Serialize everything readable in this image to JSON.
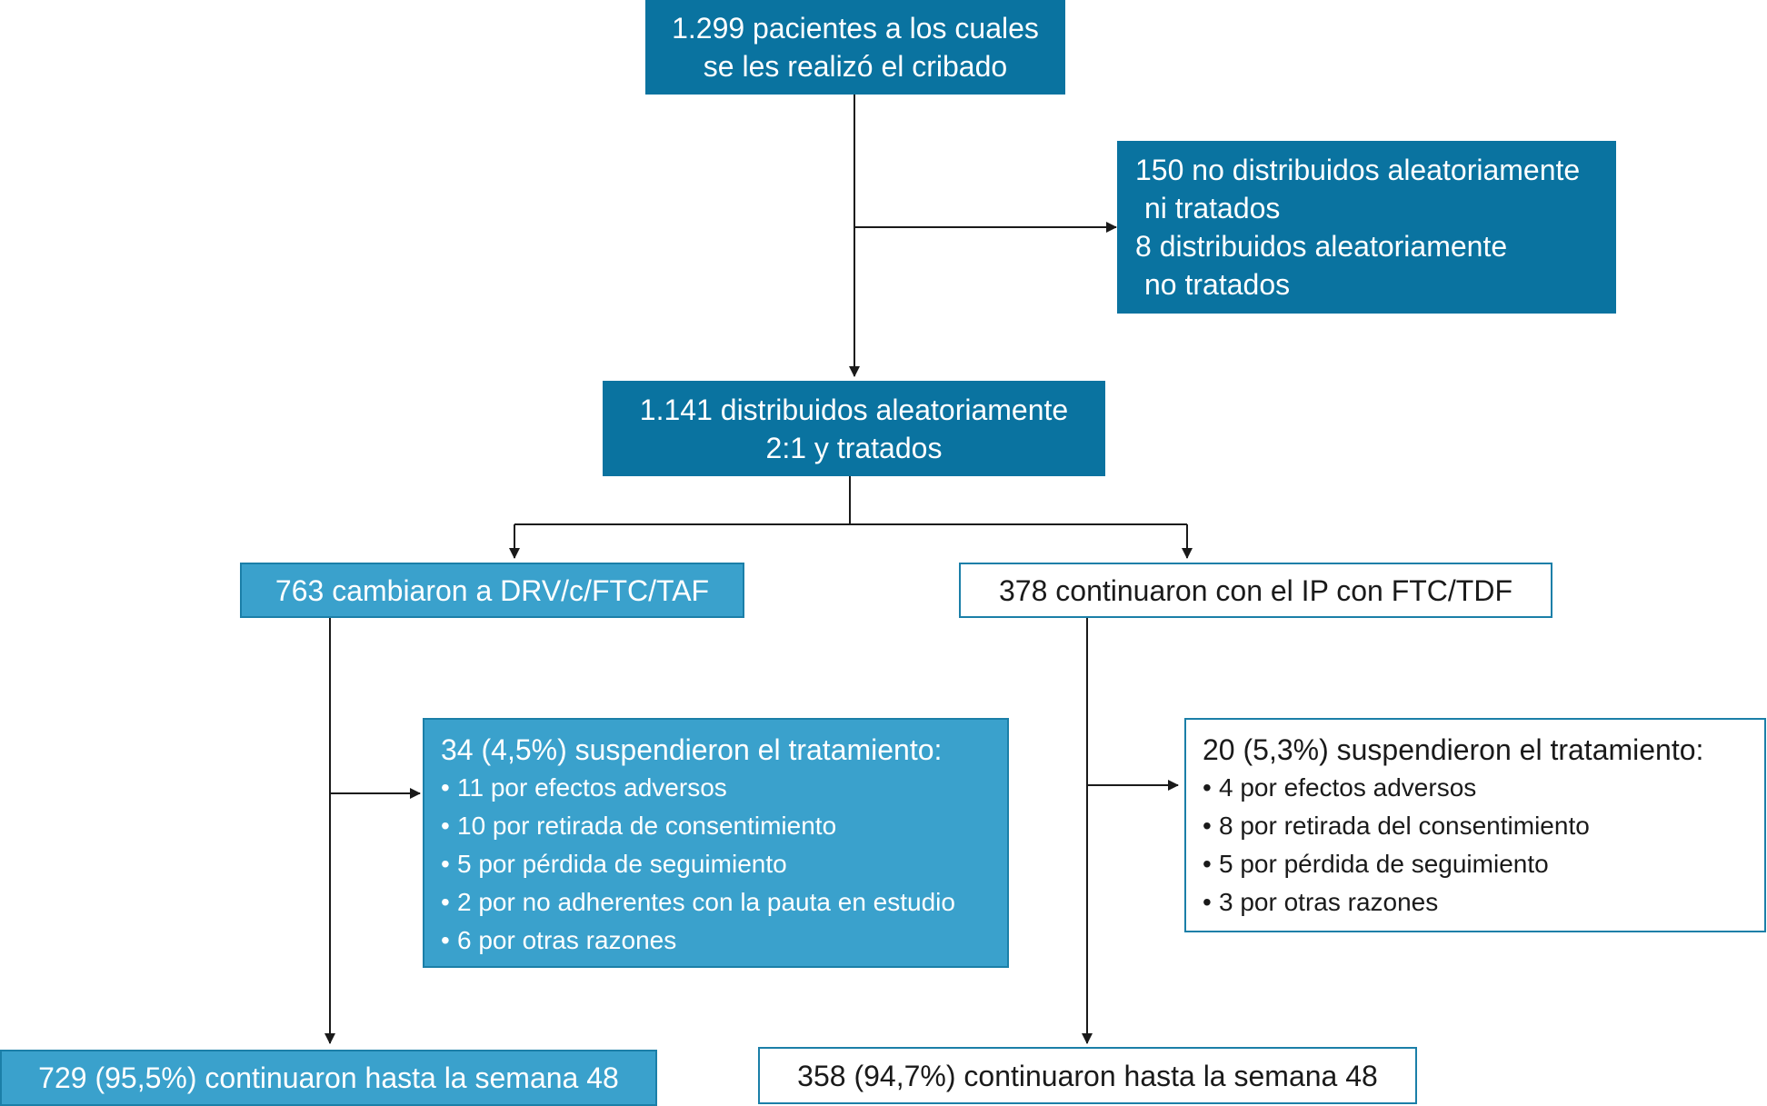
{
  "nodes": {
    "screened": {
      "line1": "1.299 pacientes a los cuales",
      "line2": "se les realizó el cribado"
    },
    "excluded": {
      "line1": "150 no distribuidos aleatoriamente",
      "line2": "ni tratados",
      "line3": "8 distribuidos aleatoriamente",
      "line4": "no tratados"
    },
    "randomized": {
      "line1": "1.141 distribuidos aleatoriamente",
      "line2": "2:1 y tratados"
    },
    "switch_arm": {
      "label": "763 cambiaron a DRV/c/FTC/TAF"
    },
    "continue_arm": {
      "label": "378 continuaron con el IP con FTC/TDF"
    },
    "switch_discontinued": {
      "title": "34 (4,5%) suspendieron el tratamiento:",
      "items": [
        "11 por efectos adversos",
        "10 por retirada de consentimiento",
        "5 por pérdida de seguimiento",
        "2 por no adherentes con la pauta en estudio",
        "6 por otras razones"
      ]
    },
    "continue_discontinued": {
      "title": "20 (5,3%) suspendieron el tratamiento:",
      "items": [
        "4 por efectos adversos",
        "8 por retirada del consentimiento",
        "5 por pérdida de seguimiento",
        "3 por otras razones"
      ]
    },
    "switch_completed": {
      "label": "729 (95,5%) continuaron hasta la semana 48"
    },
    "continue_completed": {
      "label": "358 (94,7%) continuaron hasta la semana 48"
    }
  },
  "colors": {
    "dark_box": "#0a73a0",
    "mid_box": "#3aa1cc",
    "outline": "#1b7fa8",
    "connector": "#1a1a1a"
  }
}
